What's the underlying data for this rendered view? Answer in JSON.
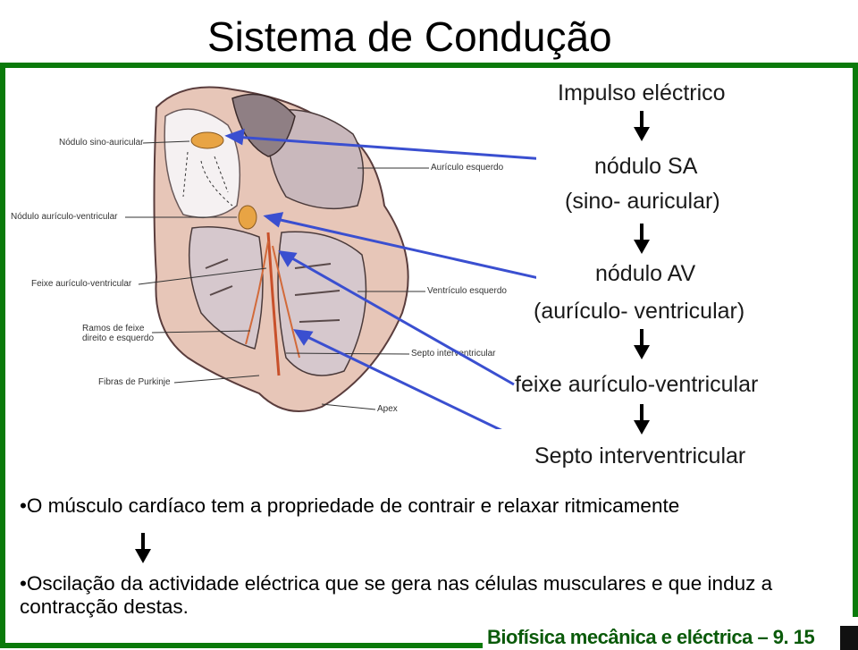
{
  "slide": {
    "title": "Sistema de Condução",
    "footer": "Biofísica mecânica e eléctrica – 9. 15"
  },
  "flow": [
    {
      "label": "Impulso eléctrico"
    },
    {
      "label": "nódulo SA",
      "sub": "(sino- auricular)"
    },
    {
      "label": "nódulo AV",
      "sub": "(aurículo- ventricular)"
    },
    {
      "label": "feixe aurículo-ventricular"
    },
    {
      "label": "Septo interventricular"
    }
  ],
  "heart_labels": {
    "sa_node": "Nódulo sino-auricular",
    "av_node": "Nódulo aurículo-ventricular",
    "bundle": "Feixe aurículo-ventricular",
    "branches": "Ramos de feixe direito e esquerdo",
    "purkinje": "Fibras de Purkinje",
    "left_atrium": "Aurículo esquerdo",
    "left_ventricle": "Ventrículo esquerdo",
    "septum": "Septo interventricular",
    "apex": "Apex"
  },
  "bullets": [
    "O músculo cardíaco tem a propriedade de contrair e relaxar ritmicamente",
    "Oscilação da actividade eléctrica que se gera nas células musculares e que induz a contracção destas."
  ],
  "colors": {
    "frame": "#0a7a0a",
    "footer": "#0a5a0a",
    "pointer": "#3a4fd0"
  }
}
